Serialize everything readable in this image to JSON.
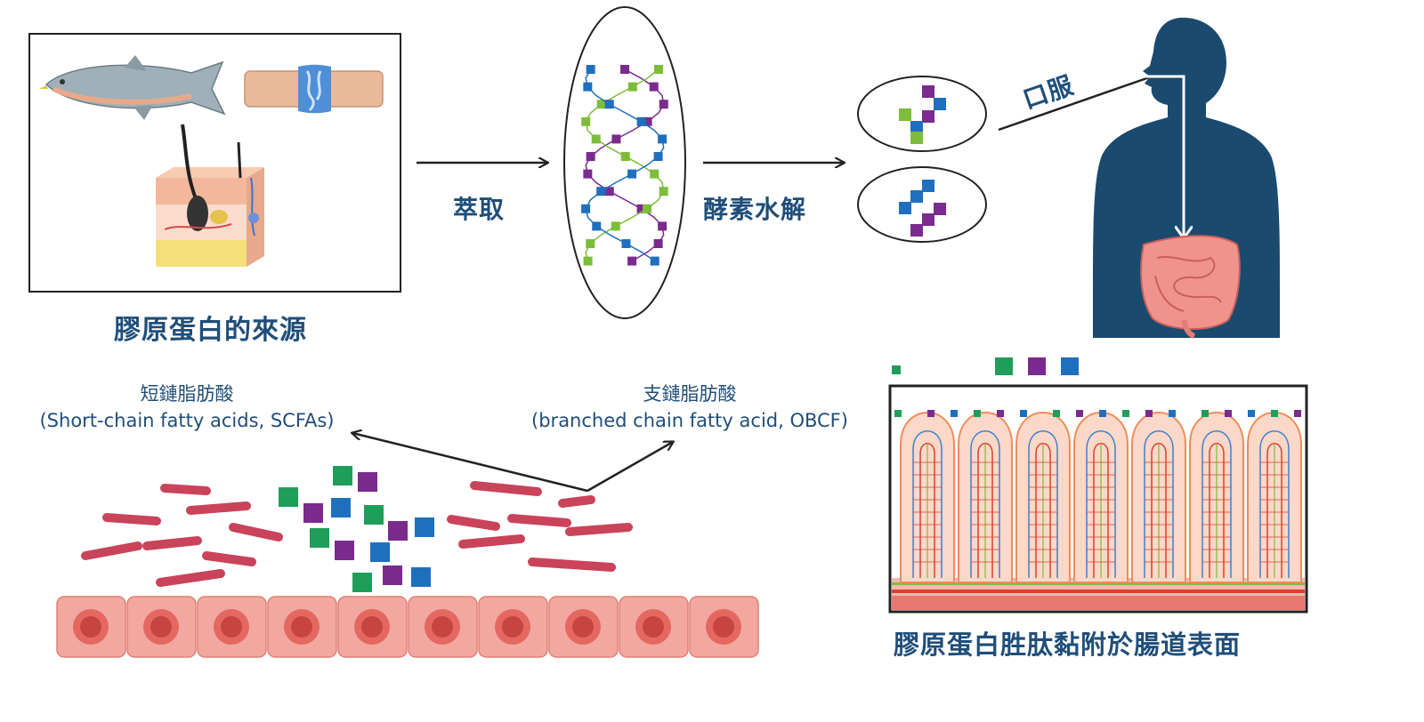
{
  "labels": {
    "collagen_sources": "膠原蛋白的來源",
    "extraction": "萃取",
    "enzymatic_hydrolysis": "酵素水解",
    "oral": "口服",
    "scfa_zh": "短鏈脂肪酸",
    "scfa_en": "(Short-chain fatty acids, SCFAs)",
    "bcfa_zh": "支鏈脂肪酸",
    "bcfa_en": "(branched chain fatty acid, OBCF)",
    "peptide_adhesion": "膠原蛋白胜肽黏附於腸道表面"
  },
  "colors": {
    "text_blue": "#1f4e79",
    "peptide_purple": "#7b2a8e",
    "peptide_green": "#7dbd3a",
    "peptide_blue": "#1f6fbf",
    "peptide_teal_green": "#1f9e5a",
    "bacteria_red": "#c9435a",
    "cell_pink": "#f2a8a0",
    "cell_nucleus": "#c7453f",
    "silhouette": "#1a4a6e",
    "intestine_pink": "#f0938c"
  },
  "icons": [
    "fish-icon",
    "joint-icon",
    "skin-icon",
    "human-silhouette-icon",
    "intestine-icon"
  ]
}
